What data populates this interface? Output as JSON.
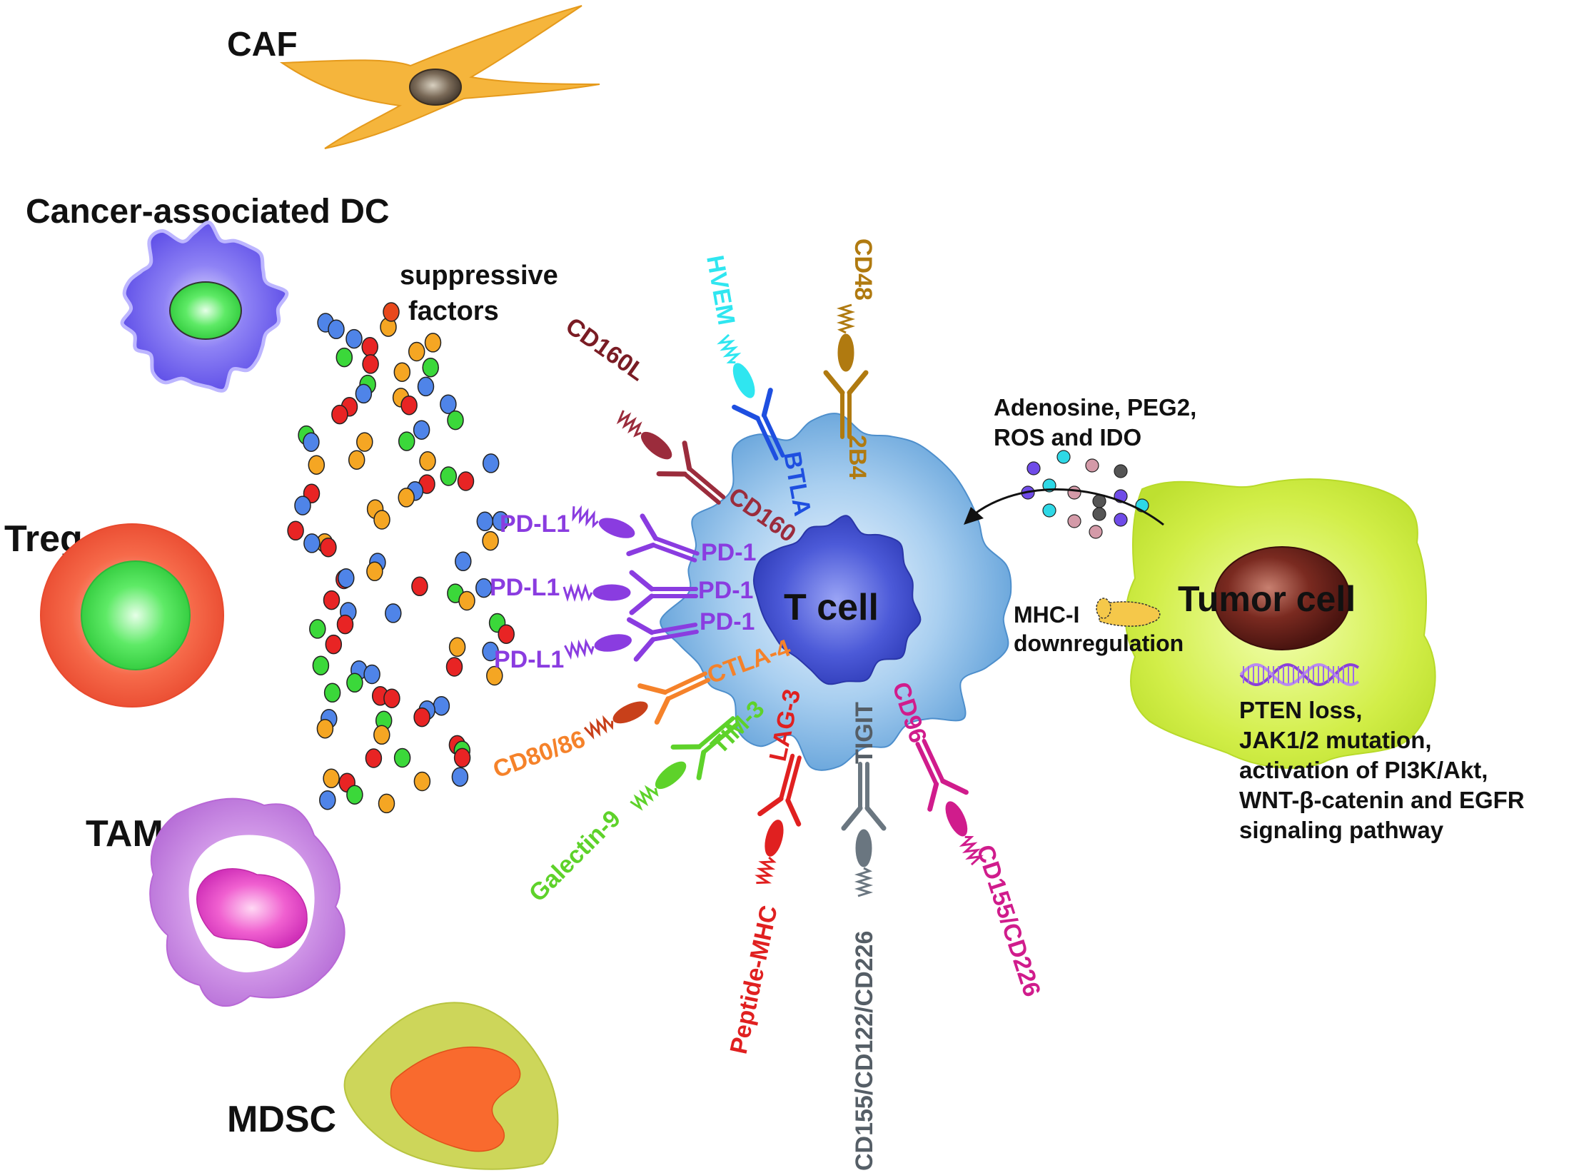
{
  "cells": {
    "caf": {
      "label": "CAF"
    },
    "dc": {
      "label": "Cancer-associated DC"
    },
    "treg": {
      "label": "Treg"
    },
    "tam": {
      "label": "TAM"
    },
    "mdsc": {
      "label": "MDSC"
    },
    "tcell": {
      "label": "T cell"
    },
    "tumor": {
      "label": "Tumor cell"
    }
  },
  "suppressive": {
    "line1": "suppressive",
    "line2": "factors"
  },
  "adenosine": {
    "line1": "Adenosine, PEG2,",
    "line2": "ROS and IDO"
  },
  "mhc": {
    "line1": "MHC-I",
    "line2": "downregulation"
  },
  "tumor_notes": {
    "line1": "PTEN loss,",
    "line2": "JAK1/2 mutation,",
    "line3": "activation of PI3K/Akt,",
    "line4": "WNT-β-catenin and EGFR",
    "line5": "signaling pathway"
  },
  "receptors": {
    "hvem": "HVEM",
    "btla": "BTLA",
    "cd48": "CD48",
    "b2b4": "2B4",
    "cd160l": "CD160L",
    "cd160": "CD160",
    "pdl1_a": "PD-L1",
    "pdl1_b": "PD-L1",
    "pdl1_c": "PD-L1",
    "pd1_a": "PD-1",
    "pd1_b": "PD-1",
    "pd1_c": "PD-1",
    "ctla4": "CTLA-4",
    "cd8086": "CD80/86",
    "tim3": "TIM-3",
    "galectin9": "Galectin-9",
    "lag3": "LAG-3",
    "peptide_mhc": "Peptide-MHC",
    "tigit": "TIGIT",
    "cd155_122_226": "CD155/CD122/CD226",
    "cd96": "CD96",
    "cd155_226": "CD155/CD226"
  },
  "colors": {
    "caf": "#F5B53C",
    "dc": "#6A5CF0",
    "treg": "#F0533A",
    "tam": "#C77BE0",
    "mdsc": "#CDD65A",
    "tcell_outer": "#7FB8E6",
    "tcell_inner": "#3F4FD0",
    "tumor": "#CCEB3A",
    "nucleus_green": "#3BE04A",
    "hvem": "#2FE6F0",
    "btla": "#1E4FE0",
    "cd48": "#B07A10",
    "cd160": "#9B2C3C",
    "pd1": "#8A3CE0",
    "ctla4": "#F5822A",
    "cd8086": "#C8401A",
    "tim3": "#5ED22A",
    "lag3": "#E02020",
    "tigit": "#6A7680",
    "cd96": "#D01C8C"
  }
}
